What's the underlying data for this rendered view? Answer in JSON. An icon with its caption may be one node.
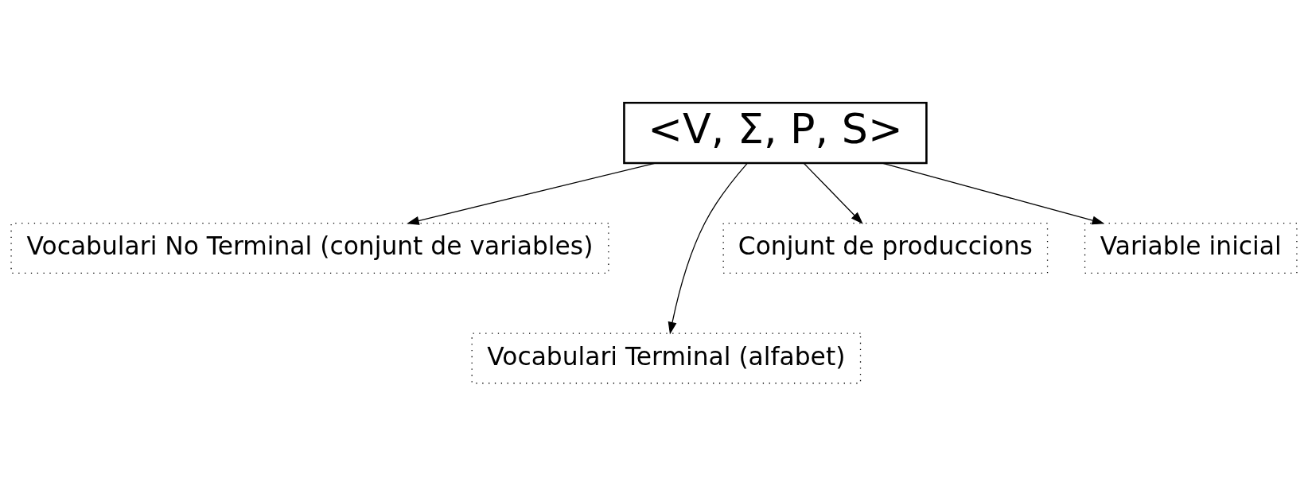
{
  "diagram": {
    "nodes": [
      {
        "text": [
          "<V, Σ, P, S>"
        ]
      },
      {
        "text": [
          "Vocabulari No Terminal (conjunt de variables)"
        ]
      },
      {
        "text": [
          "Vocabulari Terminal (alfabet)"
        ]
      },
      {
        "text": [
          "Conjunt de produccions"
        ]
      },
      {
        "text": [
          "Variable inicial"
        ]
      }
    ],
    "edges": [
      {
        "from": 0,
        "to": 1,
        "arrow": "to"
      },
      {
        "from": 0,
        "to": 2,
        "arrow": "to"
      },
      {
        "from": 0,
        "to": 3,
        "arrow": "to"
      },
      {
        "from": 0,
        "to": 4,
        "arrow": "to"
      }
    ]
  }
}
